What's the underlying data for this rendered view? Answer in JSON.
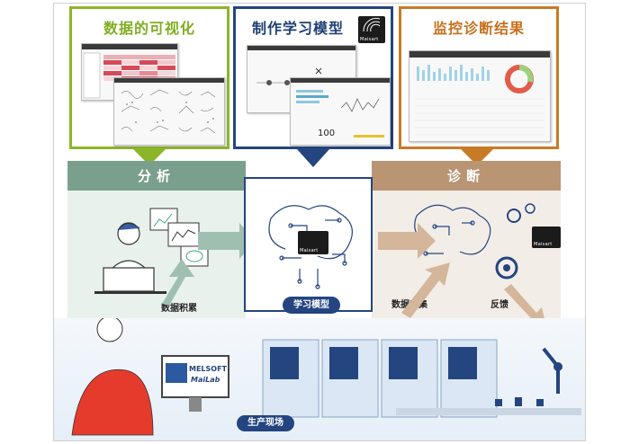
{
  "panels": {
    "visualize_title": "数据的可视化",
    "model_title": "制作学习模型",
    "monitor_title": "监控诊断结果"
  },
  "sections": {
    "analysis": "分析",
    "diagnosis": "诊断"
  },
  "labels": {
    "data_accumulation": "数据积累",
    "learning_model": "学习模型",
    "data_collection": "数据收集",
    "feedback": "反馈",
    "production_site": "生产现场",
    "model_value": "100"
  },
  "logo": {
    "melsoft_line1": "MELSOFT",
    "melsoft_line2": "MaiLab",
    "chip_text": "Maisart"
  },
  "colors": {
    "green": "#8cb62a",
    "navy": "#24457f",
    "orange": "#c97a27",
    "analysis_bar": "#7aa08d",
    "diagnosis_bar": "#b99573"
  }
}
